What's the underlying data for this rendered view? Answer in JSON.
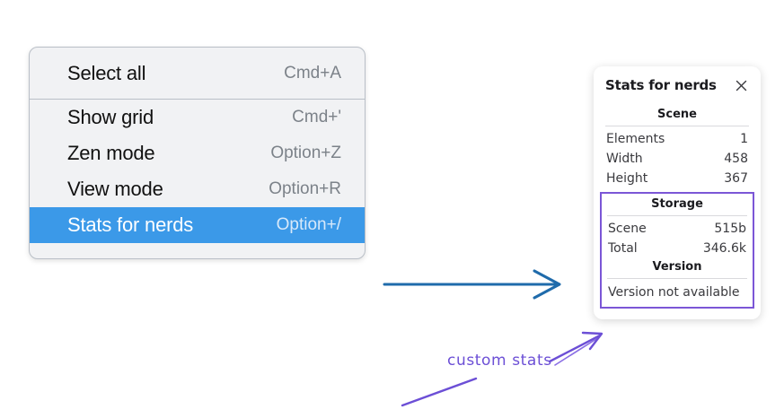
{
  "context_menu": {
    "groups": [
      {
        "items": [
          {
            "label": "Select all",
            "shortcut": "Cmd+A",
            "selected": false
          }
        ]
      },
      {
        "items": [
          {
            "label": "Show grid",
            "shortcut": "Cmd+'",
            "selected": false
          },
          {
            "label": "Zen mode",
            "shortcut": "Option+Z",
            "selected": false
          },
          {
            "label": "View mode",
            "shortcut": "Option+R",
            "selected": false
          },
          {
            "label": "Stats for nerds",
            "shortcut": "Option+/",
            "selected": true
          }
        ]
      }
    ],
    "highlight_color": "#3b99e8"
  },
  "stats_panel": {
    "title": "Stats for nerds",
    "close_icon": "close-icon",
    "scene": {
      "heading": "Scene",
      "rows": [
        {
          "key": "Elements",
          "value": "1"
        },
        {
          "key": "Width",
          "value": "458"
        },
        {
          "key": "Height",
          "value": "367"
        }
      ]
    },
    "storage": {
      "heading": "Storage",
      "rows": [
        {
          "key": "Scene",
          "value": "515b"
        },
        {
          "key": "Total",
          "value": "346.6k"
        }
      ]
    },
    "version": {
      "heading": "Version",
      "text": "Version not available"
    },
    "highlight_border_color": "#7b56d6"
  },
  "annotations": {
    "callout_text": "custom stats",
    "callout_color": "#6c4fd6",
    "arrow_color": "#1f6bab"
  }
}
